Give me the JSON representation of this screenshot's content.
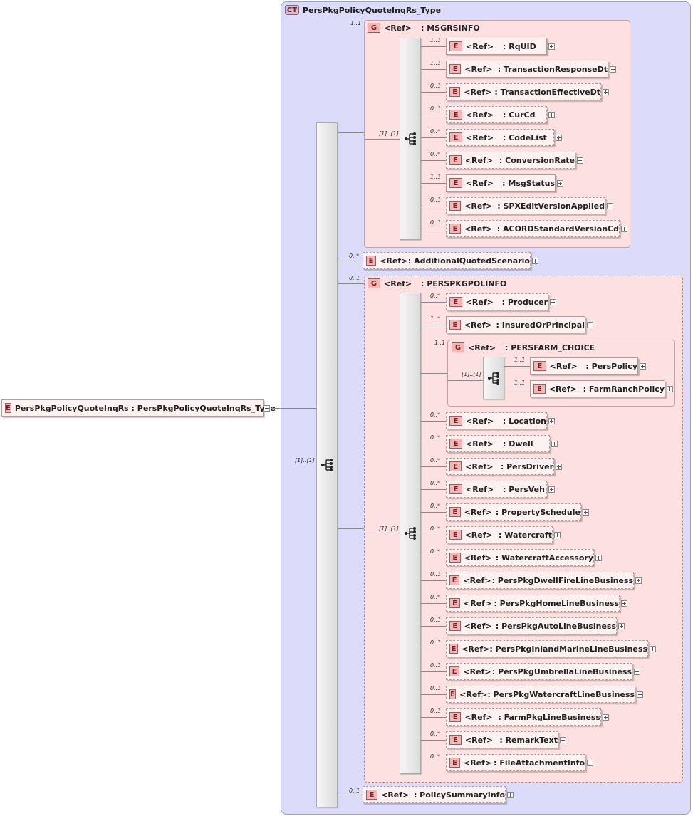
{
  "root": {
    "label": "PersPkgPolicyQuoteInqRs : PersPkgPolicyQuoteInqRs_Type",
    "badge": "E"
  },
  "complex_type": {
    "label": "PersPkgPolicyQuoteInqRs_Type",
    "badge": "CT"
  },
  "sequence_cardinality": "[1]..[1]",
  "ref_text": "<Ref>",
  "msgrsinfo": {
    "cardinality": "1..1",
    "title": ": MSGRSINFO",
    "seq_cardinality": "[1]..[1]",
    "items": [
      {
        "card": "1..1",
        "name": ": RqUID",
        "optional": false
      },
      {
        "card": "1..1",
        "name": ": TransactionResponseDt",
        "optional": false
      },
      {
        "card": "0..1",
        "name": ": TransactionEffectiveDt",
        "optional": true
      },
      {
        "card": "0..1",
        "name": ": CurCd",
        "optional": true
      },
      {
        "card": "0..*",
        "name": ": CodeList",
        "optional": true
      },
      {
        "card": "0..*",
        "name": ": ConversionRate",
        "optional": true
      },
      {
        "card": "1..1",
        "name": ": MsgStatus",
        "optional": false
      },
      {
        "card": "0..1",
        "name": ": SPXEditVersionApplied",
        "optional": true
      },
      {
        "card": "0..1",
        "name": ": ACORDStandardVersionCd",
        "optional": true
      }
    ]
  },
  "additional": {
    "card": "0..*",
    "name": ": AdditionalQuotedScenario"
  },
  "perspkgpolinfo": {
    "cardinality": "0..1",
    "title": ": PERSPKGPOLINFO",
    "seq_cardinality": "[1]..[1]",
    "items_before": [
      {
        "card": "0..*",
        "name": ": Producer",
        "optional": true
      },
      {
        "card": "1..*",
        "name": ": InsuredOrPrincipal",
        "optional": false
      }
    ],
    "choice": {
      "card": "1..1",
      "title": ": PERSFARM_CHOICE",
      "seq_cardinality": "[1]..[1]",
      "items": [
        {
          "card": "1..1",
          "name": ": PersPolicy"
        },
        {
          "card": "1..1",
          "name": ": FarmRanchPolicy"
        }
      ]
    },
    "items_after": [
      {
        "card": "0..*",
        "name": ": Location",
        "optional": true
      },
      {
        "card": "0..*",
        "name": ": Dwell",
        "optional": true
      },
      {
        "card": "0..*",
        "name": ": PersDriver",
        "optional": true
      },
      {
        "card": "0..*",
        "name": ": PersVeh",
        "optional": true
      },
      {
        "card": "0..*",
        "name": ": PropertySchedule",
        "optional": true
      },
      {
        "card": "0..*",
        "name": ": Watercraft",
        "optional": true
      },
      {
        "card": "0..*",
        "name": ": WatercraftAccessory",
        "optional": true
      },
      {
        "card": "0..1",
        "name": ": PersPkgDwellFireLineBusiness",
        "optional": true
      },
      {
        "card": "0..*",
        "name": ": PersPkgHomeLineBusiness",
        "optional": true
      },
      {
        "card": "0..1",
        "name": ": PersPkgAutoLineBusiness",
        "optional": true
      },
      {
        "card": "0..1",
        "name": ": PersPkgInlandMarineLineBusiness",
        "optional": true
      },
      {
        "card": "0..1",
        "name": ": PersPkgUmbrellaLineBusiness",
        "optional": true
      },
      {
        "card": "0..1",
        "name": ": PersPkgWatercraftLineBusiness",
        "optional": true
      },
      {
        "card": "0..1",
        "name": ": FarmPkgLineBusiness",
        "optional": true
      },
      {
        "card": "0..*",
        "name": ": RemarkText",
        "optional": true
      },
      {
        "card": "0..*",
        "name": ": FileAttachmentInfo",
        "optional": true
      }
    ]
  },
  "policy_summary": {
    "card": "0..1",
    "name": ": PolicySummaryInfo"
  }
}
